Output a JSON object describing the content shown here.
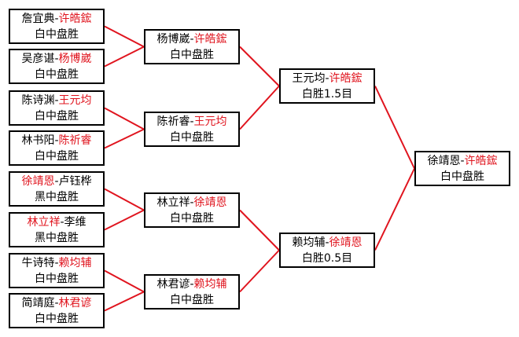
{
  "colors": {
    "winner": "#e0141e",
    "line": "#e0141e",
    "border": "#000000"
  },
  "rounds": [
    {
      "name": "round-1",
      "matches": [
        {
          "p1": "詹宜典",
          "p2": "许皓鋐",
          "winner": 2,
          "result": "白中盘胜"
        },
        {
          "p1": "吴彦谌",
          "p2": "杨博崴",
          "winner": 2,
          "result": "白中盘胜"
        },
        {
          "p1": "陈诗渊",
          "p2": "王元均",
          "winner": 2,
          "result": "白中盘胜"
        },
        {
          "p1": "林书阳",
          "p2": "陈祈睿",
          "winner": 2,
          "result": "白中盘胜"
        },
        {
          "p1": "徐靖恩",
          "p2": "卢钰桦",
          "winner": 1,
          "result": "黑中盘胜"
        },
        {
          "p1": "林立祥",
          "p2": "李维",
          "winner": 1,
          "result": "黑中盘胜"
        },
        {
          "p1": "牛诗特",
          "p2": "赖均辅",
          "winner": 2,
          "result": "白中盘胜"
        },
        {
          "p1": "简靖庭",
          "p2": "林君谚",
          "winner": 2,
          "result": "白中盘胜"
        }
      ]
    },
    {
      "name": "round-2",
      "matches": [
        {
          "p1": "杨博崴",
          "p2": "许皓鋐",
          "winner": 2,
          "result": "白中盘胜"
        },
        {
          "p1": "陈祈睿",
          "p2": "王元均",
          "winner": 2,
          "result": "白中盘胜"
        },
        {
          "p1": "林立祥",
          "p2": "徐靖恩",
          "winner": 2,
          "result": "白中盘胜"
        },
        {
          "p1": "林君谚",
          "p2": "赖均辅",
          "winner": 2,
          "result": "白中盘胜"
        }
      ]
    },
    {
      "name": "semifinal",
      "matches": [
        {
          "p1": "王元均",
          "p2": "许皓鋐",
          "winner": 2,
          "result": "白胜1.5目"
        },
        {
          "p1": "赖均辅",
          "p2": "徐靖恩",
          "winner": 2,
          "result": "白胜0.5目"
        }
      ]
    },
    {
      "name": "final",
      "matches": [
        {
          "p1": "徐靖恩",
          "p2": "许皓鋐",
          "winner": 2,
          "result": "白中盘胜"
        }
      ]
    }
  ]
}
